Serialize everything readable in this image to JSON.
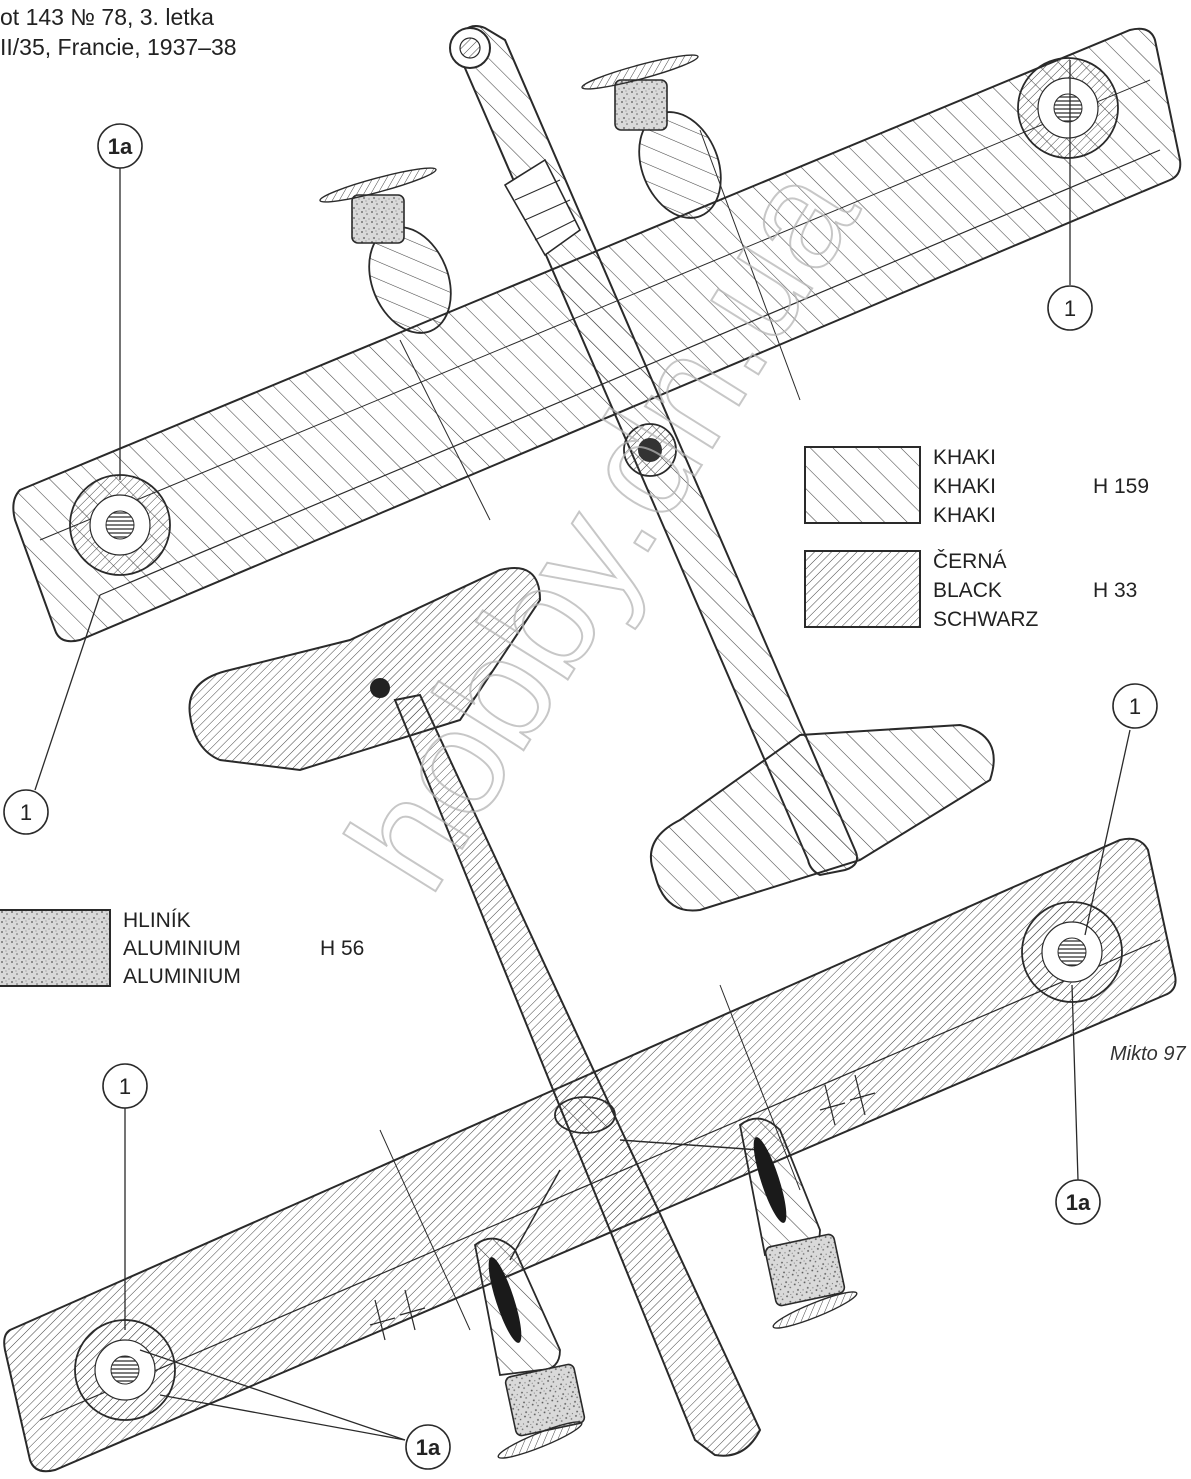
{
  "header": {
    "line1": "ot 143 № 78, 3. letka",
    "line2": "II/35, Francie, 1937–38"
  },
  "legend": [
    {
      "label1": "KHAKI",
      "label2": "KHAKI",
      "label3": "KHAKI",
      "code": "H 159",
      "pattern": "hatch-wide"
    },
    {
      "label1": "ČERNÁ",
      "label2": "BLACK",
      "label3": "SCHWARZ",
      "code": "H 33",
      "pattern": "hatch-fine"
    },
    {
      "label1": "HLINÍK",
      "label2": "ALUMINIUM",
      "label3": "ALUMINIUM",
      "code": "H 56",
      "pattern": "speckle"
    }
  ],
  "callouts": {
    "top_wing_left": "1a",
    "top_wing_right": "1",
    "top_wing_bottom_left": "1",
    "bottom_view_right_top": "1",
    "bottom_view_right_bottom": "1a",
    "bottom_view_left_top": "1",
    "bottom_view_bottom": "1a"
  },
  "artist_signature": "Mikto 97",
  "watermark": "hobby.dn.ua",
  "colors": {
    "line": "#2a2a2a",
    "paper": "#ffffff",
    "roundel_gray": "#9a9a9a"
  }
}
